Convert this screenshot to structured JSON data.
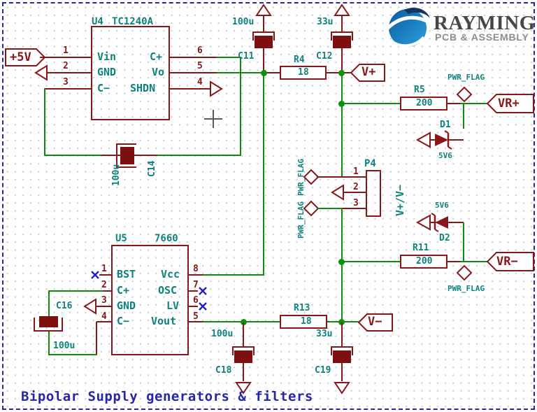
{
  "title": "Bipolar Supply generators & filters",
  "logo": {
    "brand": "RAYMING",
    "subtitle": "PCB & ASSEMBLY"
  },
  "nets": {
    "plus5v": "+5V",
    "vplus": "V+",
    "vminus": "V−",
    "vrplus": "VR+",
    "vrminus": "VR−"
  },
  "flag_label": "PWR_FLAG",
  "u4": {
    "ref": "U4",
    "value": "TC1240A",
    "pins_left": [
      {
        "num": "1",
        "name": "Vin"
      },
      {
        "num": "2",
        "name": "GND"
      },
      {
        "num": "3",
        "name": "C−"
      }
    ],
    "pins_right": [
      {
        "num": "6",
        "name": "C+"
      },
      {
        "num": "5",
        "name": "Vo"
      },
      {
        "num": "4",
        "name": "SHDN"
      }
    ]
  },
  "u5": {
    "ref": "U5",
    "value": "7660",
    "pins_left": [
      {
        "num": "1",
        "name": "BST"
      },
      {
        "num": "2",
        "name": "C+"
      },
      {
        "num": "3",
        "name": "GND"
      },
      {
        "num": "4",
        "name": "C−"
      }
    ],
    "pins_right": [
      {
        "num": "8",
        "name": "Vcc"
      },
      {
        "num": "7",
        "name": "OSC"
      },
      {
        "num": "6",
        "name": "LV"
      },
      {
        "num": "5",
        "name": "Vout"
      }
    ]
  },
  "p4": {
    "ref": "P4",
    "value": "V+/V−",
    "pins": [
      "1",
      "2",
      "3"
    ]
  },
  "resistors": {
    "r4": {
      "ref": "R4",
      "value": "18"
    },
    "r5": {
      "ref": "R5",
      "value": "200"
    },
    "r13": {
      "ref": "R13",
      "value": "18"
    },
    "r11": {
      "ref": "R11",
      "value": "200"
    }
  },
  "capacitors": {
    "c11": {
      "ref": "C11",
      "value": "100u"
    },
    "c12": {
      "ref": "C12",
      "value": "33u"
    },
    "c14": {
      "ref": "C14",
      "value": "100u"
    },
    "c16": {
      "ref": "C16",
      "value": "100u"
    },
    "c18": {
      "ref": "C18",
      "value": "100u"
    },
    "c19": {
      "ref": "C19",
      "value": "33u"
    }
  },
  "diodes": {
    "d1": {
      "ref": "D1",
      "value": "5V6"
    },
    "d2": {
      "ref": "D2",
      "value": "5V6"
    }
  },
  "colors": {
    "wire": "#0e8b0e",
    "symbol": "#871719",
    "field": "#0e837d",
    "noconnect": "#2020c0",
    "frame": "#2727a3"
  }
}
